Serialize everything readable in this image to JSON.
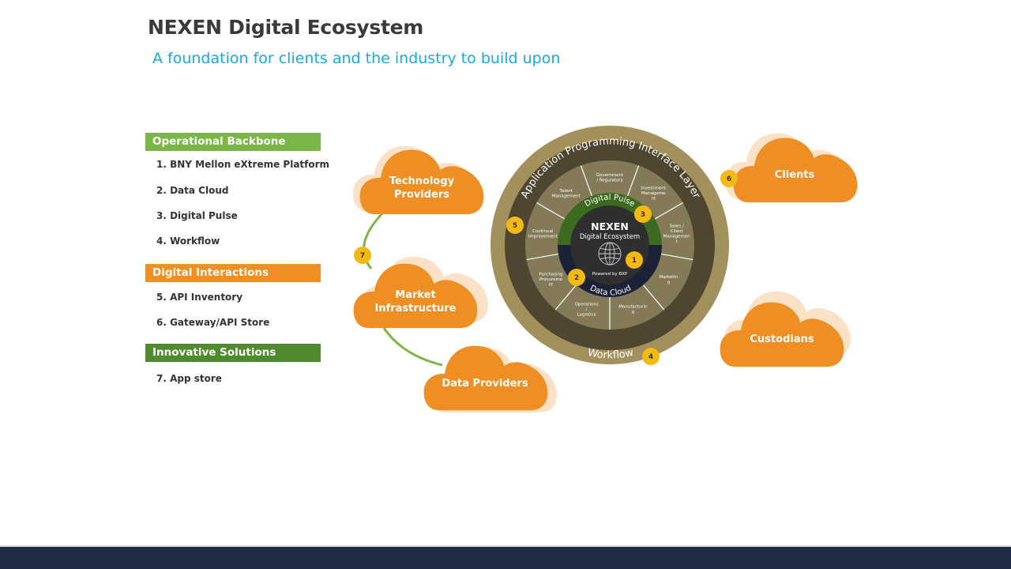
{
  "title": "NEXEN Digital Ecosystem",
  "subtitle": "A foundation for clients and the industry to build upon",
  "sections": [
    {
      "header": "Operational Backbone",
      "color": "#7ab648",
      "items": [
        "1. BNY Mellon eXtreme Platform",
        "2. Data Cloud",
        "3. Digital Pulse",
        "4. Workflow"
      ]
    },
    {
      "header": "Digital Interactions",
      "color": "#ee8e23",
      "items": [
        "5. API Inventory",
        "6. Gateway/API Store"
      ]
    },
    {
      "header": "Innovative Solutions",
      "color": "#4f8a2c",
      "items": [
        "7. App store"
      ]
    }
  ],
  "clouds": {
    "technology_providers": [
      "Technology",
      "Providers"
    ],
    "market_infrastructure": [
      "Market",
      "Infrastructure"
    ],
    "data_providers": [
      "Data Providers"
    ],
    "clients": [
      "Clients"
    ],
    "custodians": [
      "Custodians"
    ]
  },
  "core": {
    "name": "NEXEN",
    "subtitle": "Digital Ecosystem",
    "powered_by": "Powered by BXP",
    "icon": "globe-icon"
  },
  "ring_labels": {
    "api_layer": "Application Programming Interface Layer",
    "workflow": "Workflow",
    "digital_pulse": "Digital Pulse",
    "data_cloud": "Data Cloud"
  },
  "segments": [
    [
      "Government",
      "/ Regulatory"
    ],
    [
      "Investment",
      "Manageme",
      "nt"
    ],
    [
      "Sales /",
      "Client",
      "Managemen",
      "t"
    ],
    [
      "Marketin",
      "g"
    ],
    [
      "Manufacturin",
      "g"
    ],
    [
      "Operations",
      "/",
      "Logistics"
    ],
    [
      "Purchasing",
      "Procureme",
      "nt"
    ],
    [
      "Continual",
      "Improvement"
    ],
    [
      "Talent",
      "Management"
    ]
  ],
  "badges": {
    "b1": "1",
    "b2": "2",
    "b3": "3",
    "b4": "4",
    "b5": "5",
    "b6": "6",
    "b7": "7"
  },
  "colors": {
    "outer_ring": "#a3915d",
    "api_ring": "#4e4630",
    "segment_ring": "#847a58",
    "segment_lines": "#ffffff",
    "digital_pulse_ring": "#3c6b1f",
    "data_cloud_ring": "#1b2237",
    "core": "#2f2f2f",
    "cloud": "#ee8e23",
    "cloud_shadow": "#fbe1c6",
    "badge": "#f5b914",
    "connector": "#7ab648",
    "footer": "#1f2d44"
  }
}
